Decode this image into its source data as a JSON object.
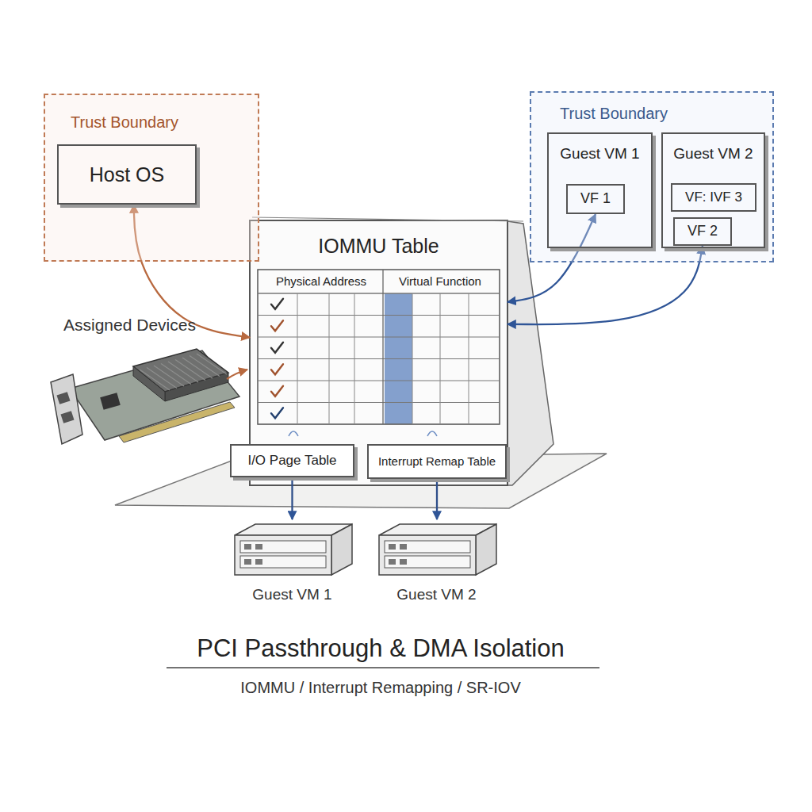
{
  "diagram": {
    "title": "PCI Passthrough & DMA Isolation",
    "caption": "IOMMU / Interrupt Remapping / SR-IOV",
    "nodes": [
      {
        "text": [
          "Trust Boundary"
        ]
      },
      {
        "text": [
          "Host OS"
        ],
        "in": 0
      },
      {
        "text": [
          "Trust Boundary"
        ]
      },
      {
        "text": [
          "Guest VM 1"
        ],
        "in": 2
      },
      {
        "text": [
          "VF 1"
        ],
        "in": 3
      },
      {
        "text": [
          "Guest VM 2"
        ],
        "in": 2
      },
      {
        "text": [
          "VF: IVF 3"
        ],
        "in": 5
      },
      {
        "text": [
          "VF 2"
        ],
        "in": 5
      },
      {
        "text": [
          "IOMMU Table",
          "Physical Address",
          "Virtual Function"
        ]
      },
      {
        "text": [
          "I/O Page Table"
        ]
      },
      {
        "text": [
          "Interrupt Remap Table"
        ]
      },
      {
        "text": [
          "Guest VM 1"
        ]
      },
      {
        "text": [
          "Guest VM 2"
        ]
      }
    ],
    "edges": [
      {
        "from": 1,
        "to": 8,
        "arrow": "both"
      },
      {
        "from": 8,
        "to": 4,
        "arrow": "both"
      },
      {
        "from": 8,
        "to": 7,
        "arrow": "both"
      },
      {
        "from": 9,
        "to": 11,
        "arrow": "to"
      },
      {
        "from": 10,
        "to": 12,
        "arrow": "to"
      }
    ],
    "labels": [
      "Assigned Devices"
    ]
  }
}
